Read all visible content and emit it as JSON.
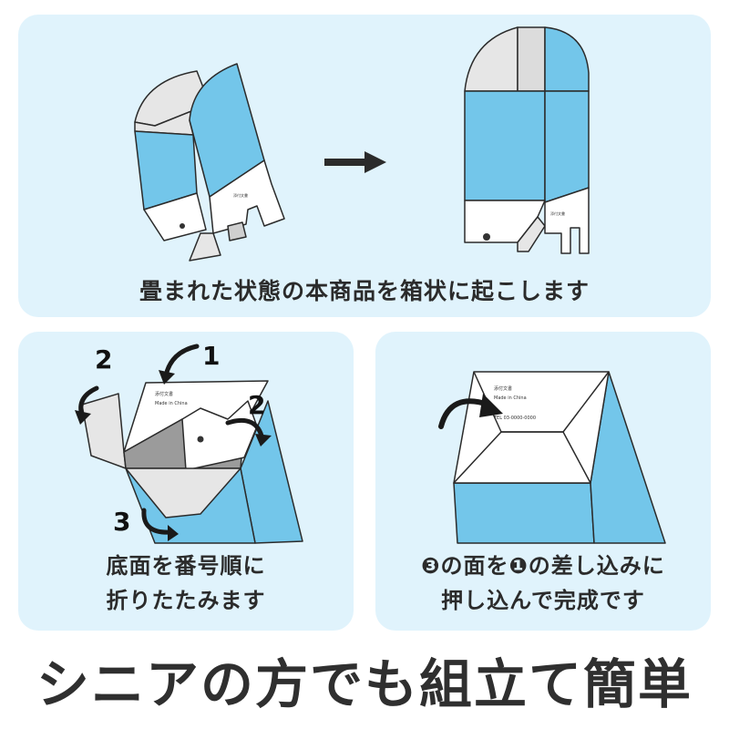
{
  "captions": {
    "top": "畳まれた状態の本商品を箱状に起こします",
    "left_line1": "底面を番号順に",
    "left_line2": "折りたたみます",
    "right_line1": "❸の面を❶の差し込みに",
    "right_line2": "押し込んで完成です"
  },
  "headline": "シニアの方でも組立て簡単",
  "step_labels": {
    "one": "1",
    "two_left": "2",
    "two_right": "2",
    "three": "3"
  },
  "colors": {
    "panel_bg": "#e0f3fc",
    "box_blue": "#73c6ea",
    "box_gray": "#e6e6e6",
    "outline": "#2b2b2b"
  }
}
